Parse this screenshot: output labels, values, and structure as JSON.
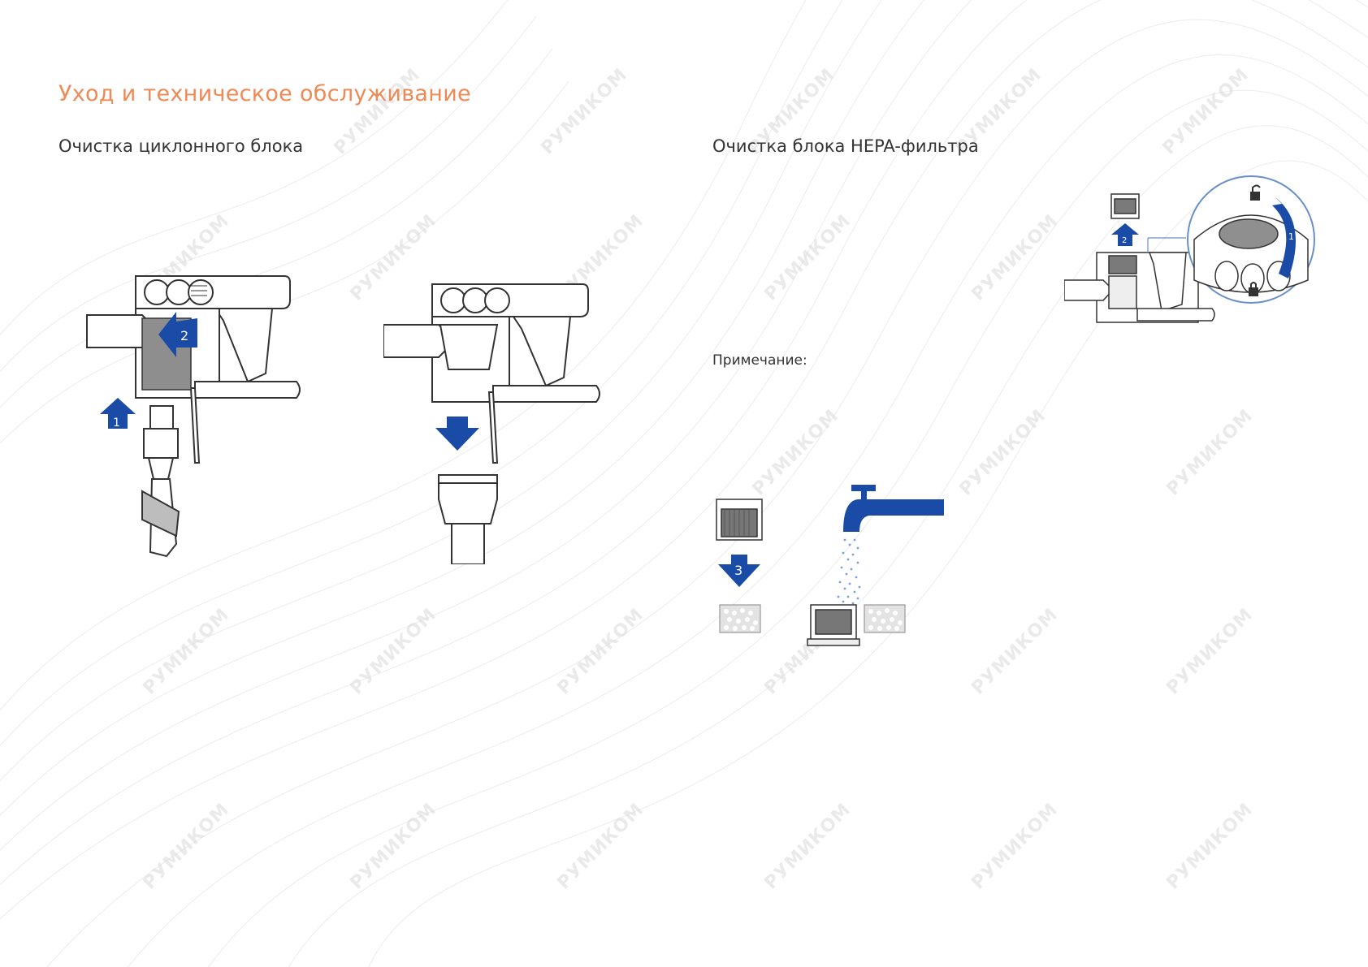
{
  "page": {
    "title": "Уход и техническое обслуживание",
    "watermark_text": "РУМИКОМ"
  },
  "cyclone_section": {
    "title": "Очистка циклонного блока",
    "steps": [
      {
        "label": "1"
      },
      {
        "label": "2"
      }
    ]
  },
  "hepa_section": {
    "title": "Очистка блока HEPA-фильтра",
    "note_label": "Примечание:",
    "steps": [
      {
        "label": "1"
      },
      {
        "label": "2"
      },
      {
        "label": "3"
      }
    ]
  },
  "colors": {
    "title_accent": "#ee8a55",
    "arrow_blue": "#1a4ba6",
    "text": "#333333"
  },
  "icons": [
    "unlock-icon",
    "lock-icon",
    "water-tap-icon",
    "arrow-up-icon",
    "arrow-down-icon",
    "arrow-left-icon",
    "rotate-arrow-icon"
  ]
}
